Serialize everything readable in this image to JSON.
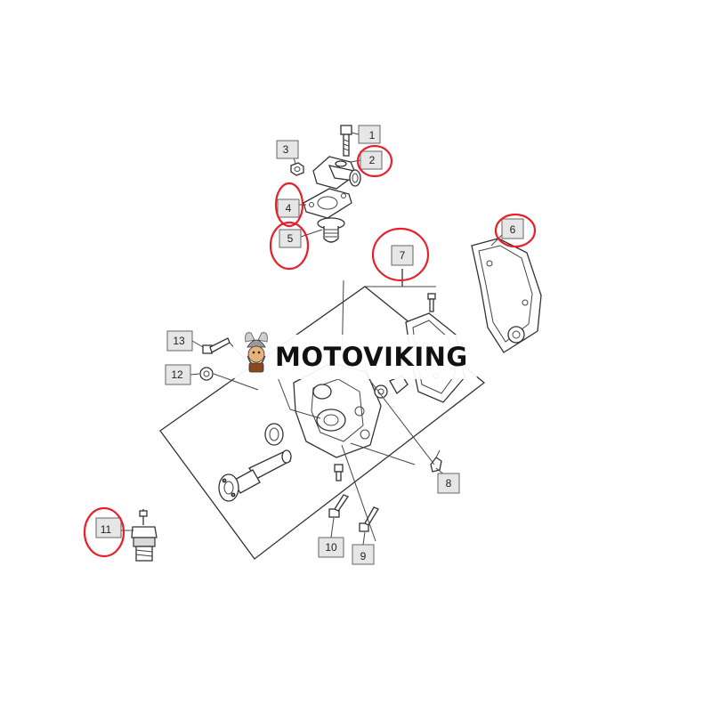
{
  "watermark": {
    "brand": "MOTOVIKING",
    "logo_icon": "viking-mascot-icon"
  },
  "callouts": [
    {
      "num": "1",
      "highlighted": false
    },
    {
      "num": "2",
      "highlighted": true
    },
    {
      "num": "3",
      "highlighted": false
    },
    {
      "num": "4",
      "highlighted": true
    },
    {
      "num": "5",
      "highlighted": true
    },
    {
      "num": "6",
      "highlighted": true
    },
    {
      "num": "7",
      "highlighted": true
    },
    {
      "num": "8",
      "highlighted": false
    },
    {
      "num": "9",
      "highlighted": false
    },
    {
      "num": "10",
      "highlighted": false
    },
    {
      "num": "11",
      "highlighted": true
    },
    {
      "num": "12",
      "highlighted": false
    },
    {
      "num": "13",
      "highlighted": false
    }
  ],
  "colors": {
    "highlight": "#e8202a",
    "line": "#333333",
    "callout_fill": "#e6e6e6"
  }
}
